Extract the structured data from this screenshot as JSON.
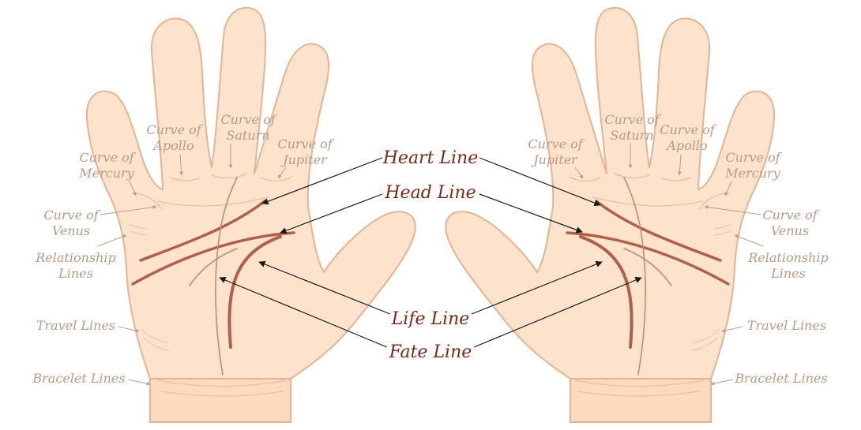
{
  "labels": {
    "heart_line": "Heart Line",
    "head_line": "Head Line",
    "life_line": "Life Line",
    "fate_line": "Fate Line",
    "curve_of": "Curve of",
    "apollo": "Apollo",
    "saturn": "Saturn",
    "jupiter": "Jupiter",
    "mercury": "Mercury",
    "venus": "Venus",
    "relationship": "Relationship",
    "lines": "Lines",
    "travel_lines": "Travel Lines",
    "bracelet_lines": "Bracelet Lines"
  },
  "colors": {
    "skin": "#fde3cc",
    "outline": "#e4b392",
    "major_line": "#b0604a",
    "major_label": "#7a2a18",
    "minor_label": "#b89a87"
  }
}
